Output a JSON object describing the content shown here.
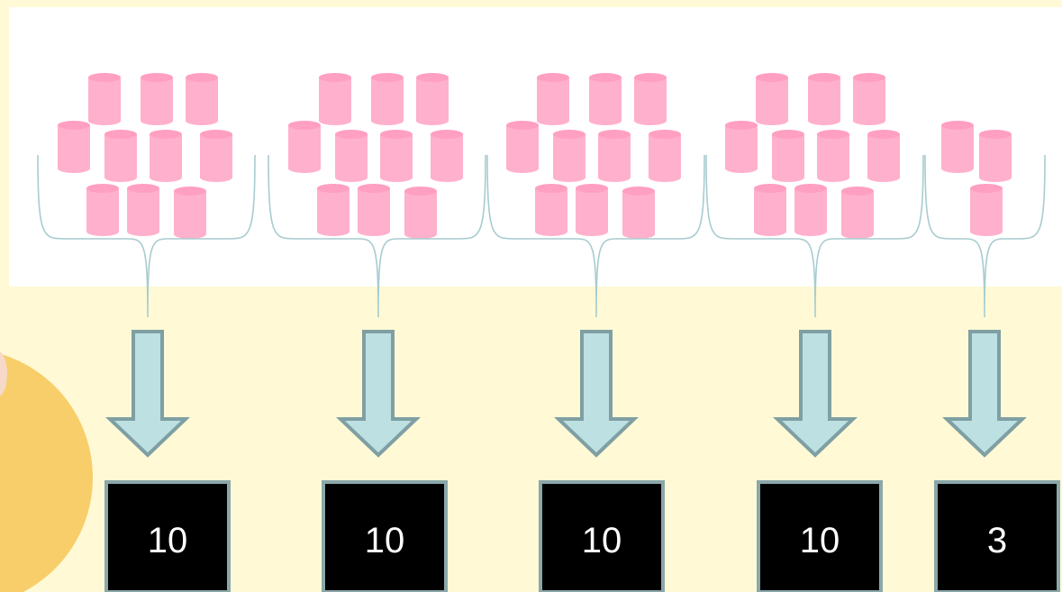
{
  "colors": {
    "background": "#FFF9D6",
    "top_panel": "#FFFFFF",
    "side_circle": "#F8CE6A",
    "side_circle_inner": "#F6D9C8",
    "cylinder_body": "#FFB0CD",
    "cylinder_top": "#FF9FC2",
    "brace": "#A8CCCF",
    "arrow_fill": "#BDE0E3",
    "arrow_stroke": "#7F9FA3",
    "box_fill": "#000000",
    "box_stroke": "#8AA7A9",
    "box_text": "#FFFFFF"
  },
  "groups": [
    {
      "count": 10,
      "label": "10"
    },
    {
      "count": 10,
      "label": "10"
    },
    {
      "count": 10,
      "label": "10"
    },
    {
      "count": 10,
      "label": "10"
    },
    {
      "count": 3,
      "label": "3"
    }
  ]
}
